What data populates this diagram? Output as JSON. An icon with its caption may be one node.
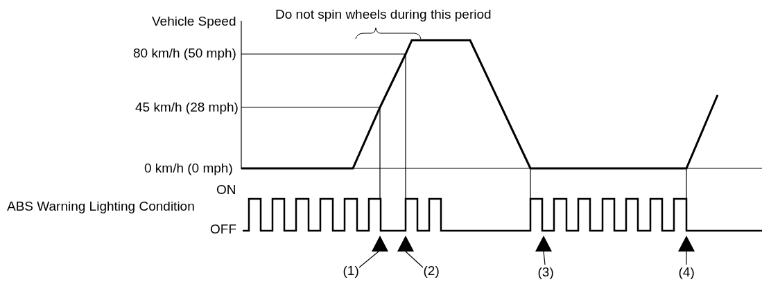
{
  "diagram": {
    "nodes": [
      {
        "text": [],
        "shape": "triangle"
      },
      {
        "text": [],
        "shape": "triangle"
      },
      {
        "text": [],
        "shape": "triangle"
      },
      {
        "text": [],
        "shape": "triangle"
      },
      {
        "text": [
          "(1)"
        ]
      },
      {
        "text": [
          "(2)"
        ]
      },
      {
        "text": [
          "(3)"
        ]
      },
      {
        "text": [
          "(4)"
        ]
      }
    ],
    "edges": [
      {
        "from": 4,
        "to": 0,
        "arrow": "none"
      },
      {
        "from": 5,
        "to": 1,
        "arrow": "none"
      },
      {
        "from": 6,
        "to": 2,
        "arrow": "none"
      },
      {
        "from": 7,
        "to": 3,
        "arrow": "none"
      }
    ],
    "labels": [
      "Vehicle Speed",
      "Do not spin wheels during this period",
      "80 km/h (50 mph)",
      "45 km/h (28 mph)",
      "0 km/h (0 mph)",
      "ON",
      "ABS Warning Lighting Condition",
      "OFF"
    ]
  }
}
